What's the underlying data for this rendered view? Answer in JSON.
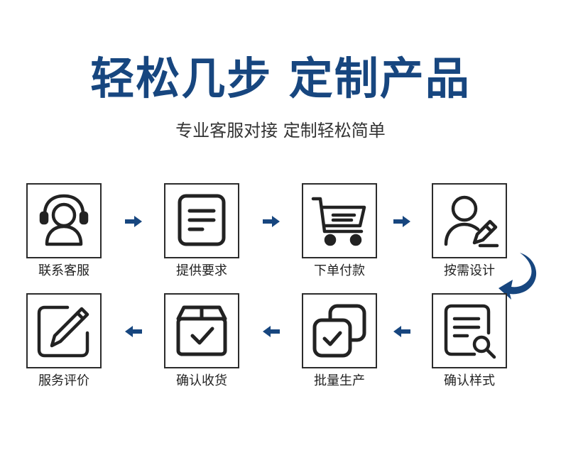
{
  "header": {
    "title": "轻松几步 定制产品",
    "subtitle": "专业客服对接 定制轻松简单"
  },
  "steps_row1": [
    {
      "label": "联系客服",
      "icon": "headset-user-icon"
    },
    {
      "label": "提供要求",
      "icon": "document-icon"
    },
    {
      "label": "下单付款",
      "icon": "shopping-cart-icon"
    },
    {
      "label": "按需设计",
      "icon": "user-edit-icon"
    }
  ],
  "steps_row2": [
    {
      "label": "服务评价",
      "icon": "pencil-icon"
    },
    {
      "label": "确认收货",
      "icon": "box-check-icon"
    },
    {
      "label": "批量生产",
      "icon": "stack-check-icon"
    },
    {
      "label": "确认样式",
      "icon": "document-search-icon"
    }
  ],
  "colors": {
    "accent": "#17467f",
    "border": "#2c2c2c"
  }
}
